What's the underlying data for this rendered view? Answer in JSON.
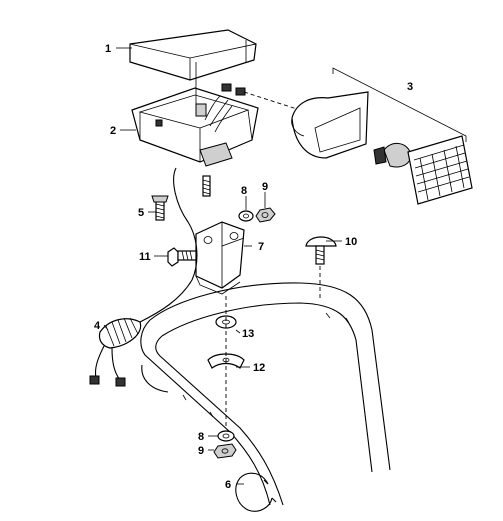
{
  "callouts": {
    "c1": "1",
    "c2": "2",
    "c3": "3",
    "c4": "4",
    "c5": "5",
    "c6": "6",
    "c7": "7",
    "c8a": "8",
    "c8b": "8",
    "c9a": "9",
    "c9b": "9",
    "c10": "10",
    "c11": "11",
    "c12": "12",
    "c13": "13"
  }
}
